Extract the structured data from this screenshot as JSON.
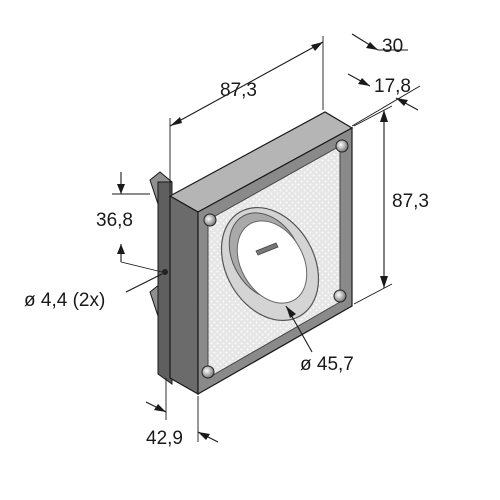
{
  "drawing": {
    "dimensions": {
      "width_top": "87,3",
      "depth_total": "30",
      "depth_frame": "17,8",
      "height_right": "87,3",
      "bracket_offset": "36,8",
      "hole_diameter": "ø 4,4 (2x)",
      "bore_diameter": "ø 45,7",
      "bottom_width": "42,9"
    },
    "colors": {
      "outline": "#1a1a1a",
      "frame_front": "#8a8a8a",
      "frame_side": "#6b6b6b",
      "frame_top": "#b5b5b5",
      "plate": "#e6e6e6",
      "ring": "#d4d4d4",
      "bore": "#ffffff"
    }
  }
}
